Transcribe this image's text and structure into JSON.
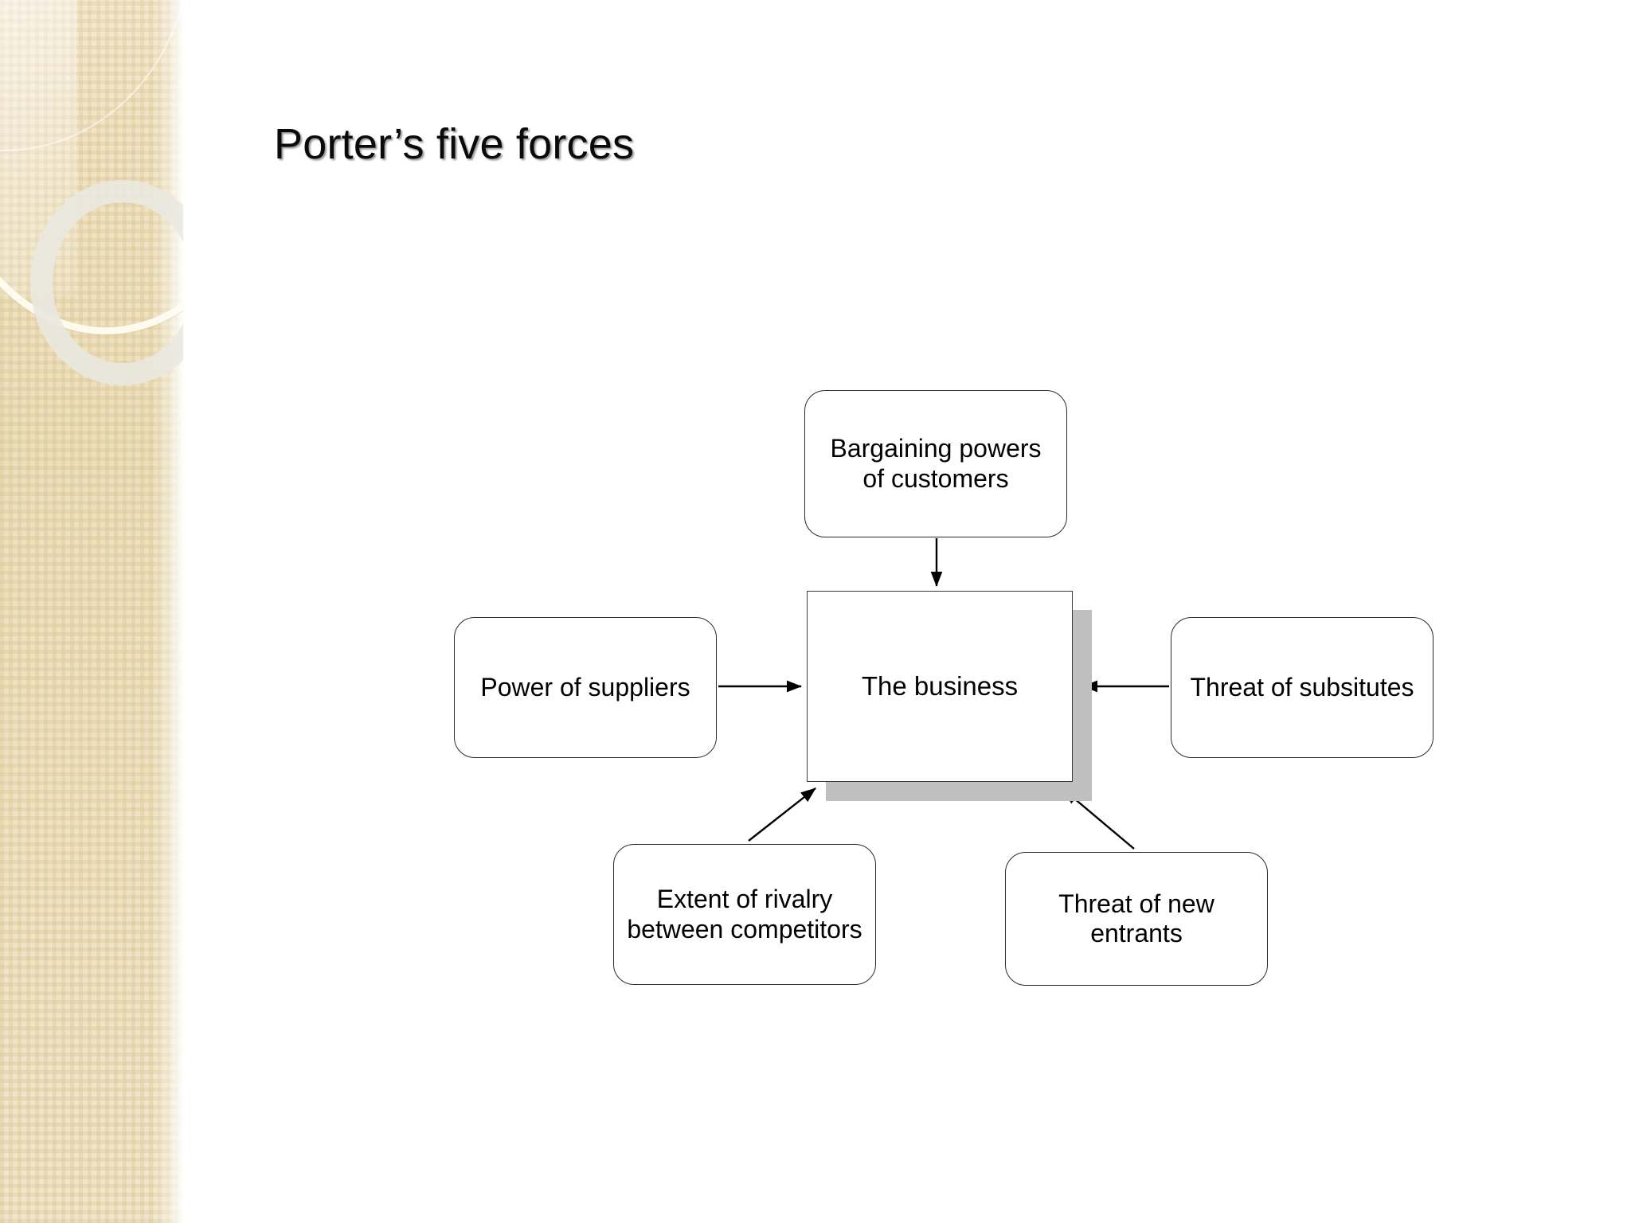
{
  "slide": {
    "title": "Porter’s five forces",
    "background_color": "#ffffff",
    "sidebar_color": "#efe2c2",
    "accent_shadow_color": "#bfbfbf"
  },
  "diagram": {
    "type": "porters-five-forces",
    "center": {
      "id": "the-business",
      "label": "The business",
      "shape": "rectangle",
      "has_drop_shadow": true
    },
    "forces": [
      {
        "id": "bargaining-powers-of-customers",
        "label": "Bargaining powers of customers",
        "position": "top",
        "shape": "rounded-rectangle",
        "arrow": {
          "direction": "down",
          "target": "the-business"
        }
      },
      {
        "id": "power-of-suppliers",
        "label": "Power of suppliers",
        "position": "left",
        "shape": "rounded-rectangle",
        "arrow": {
          "direction": "right",
          "target": "the-business"
        }
      },
      {
        "id": "threat-of-subsitutes",
        "label": "Threat of subsitutes",
        "position": "right",
        "shape": "rounded-rectangle",
        "arrow": {
          "direction": "left",
          "target": "the-business"
        }
      },
      {
        "id": "extent-of-rivalry-between-competitors",
        "label": "Extent of rivalry between competitors",
        "position": "bottom-left",
        "shape": "rounded-rectangle",
        "arrow": {
          "direction": "up-right",
          "target": "the-business"
        }
      },
      {
        "id": "threat-of-new-entrants",
        "label": "Threat of new entrants",
        "position": "bottom-right",
        "shape": "rounded-rectangle",
        "arrow": {
          "direction": "up-left",
          "target": "the-business"
        }
      }
    ]
  }
}
